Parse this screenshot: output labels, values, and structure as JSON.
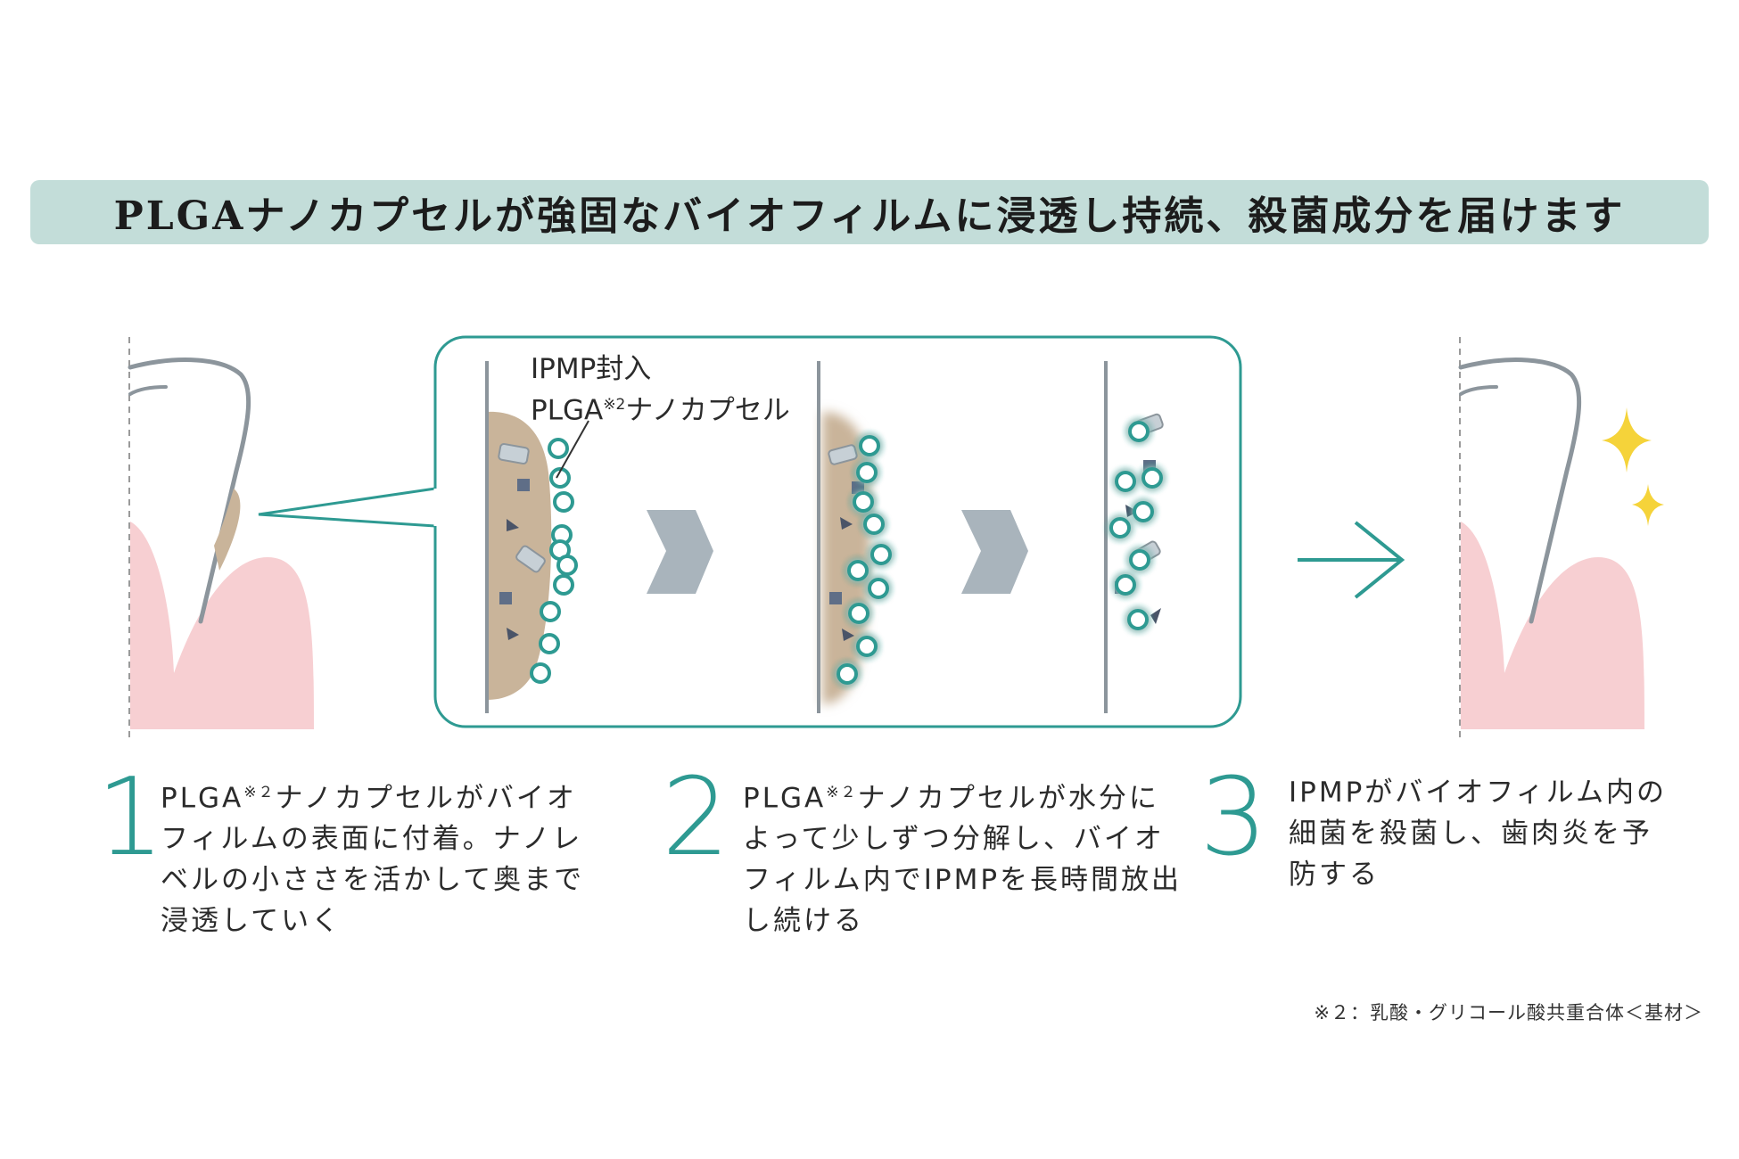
{
  "title": "PLGAナノカプセルが強固なバイオフィルムに浸透し持続、殺菌成分を届けます",
  "capsule_label": {
    "line1": "IPMP封入",
    "line2_prefix": "PLGA",
    "line2_note": "※2",
    "line2_suffix": "ナノカプセル"
  },
  "steps": [
    {
      "number": "1",
      "line1_prefix": "PLGA",
      "line1_note": "※２",
      "line1_suffix": "ナノカプセルがバイオ",
      "lines": [
        "フィルムの表面に付着。ナノレ",
        "ベルの小ささを活かして奥まで",
        "浸透していく"
      ]
    },
    {
      "number": "2",
      "line1_prefix": "PLGA",
      "line1_note": "※２",
      "line1_suffix": "ナノカプセルが水分に",
      "lines": [
        "よって少しずつ分解し、バイオ",
        "フィルム内でIPMPを長時間放出",
        "し続ける"
      ]
    },
    {
      "number": "3",
      "line1_prefix": "IPMPがバイオフィルム内の",
      "line1_note": "",
      "line1_suffix": "",
      "lines": [
        "細菌を殺菌し、歯肉炎を予",
        "防する"
      ]
    }
  ],
  "footnote": "※２：乳酸・グリコール酸共重合体＜基材＞",
  "colors": {
    "title_bg": "#c3ddd9",
    "teal": "#2e9a92",
    "gum": "#f7cfd2",
    "biofilm": "#c9b49a",
    "gray": "#8c959c",
    "sparkle": "#f5d33a"
  }
}
